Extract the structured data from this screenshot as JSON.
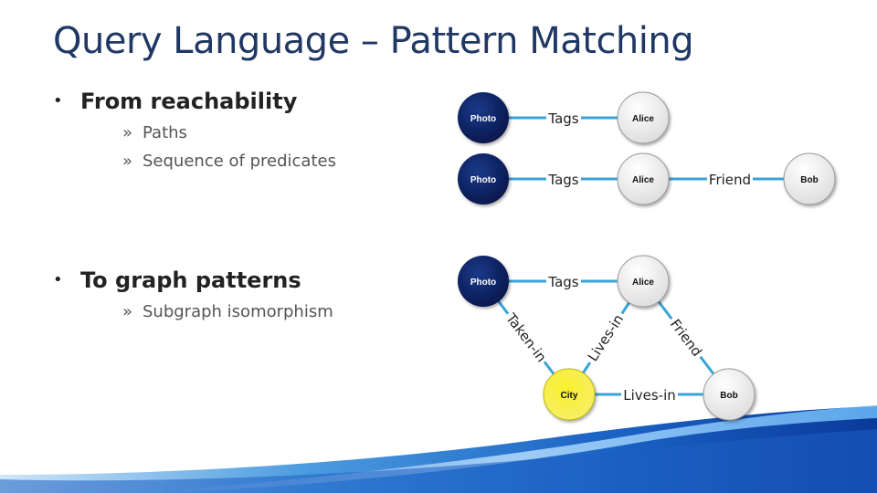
{
  "title": "Query Language – Pattern Matching",
  "sections": [
    {
      "heading": "From reachability",
      "items": [
        "Paths",
        "Sequence of predicates"
      ]
    },
    {
      "heading": "To graph patterns",
      "items": [
        "Subgraph isomorphism"
      ]
    }
  ],
  "bullet_symbol": "•",
  "sub_bullet_symbol": "»",
  "colors": {
    "title": "#1f3864",
    "edge": "#3aa3d8",
    "photo_node": "#0b1f5c",
    "city_node": "#f7f21a",
    "person_node": "#eeeeee"
  },
  "graph1": {
    "nodes": {
      "photo": "Photo",
      "alice": "Alice"
    },
    "edges": {
      "tags": "Tags"
    }
  },
  "graph2": {
    "nodes": {
      "photo": "Photo",
      "alice": "Alice",
      "bob": "Bob"
    },
    "edges": {
      "tags": "Tags",
      "friend": "Friend"
    }
  },
  "graph3": {
    "nodes": {
      "photo": "Photo",
      "alice": "Alice",
      "city": "City",
      "bob": "Bob"
    },
    "edges": {
      "tags": "Tags",
      "taken_in": "Taken-in",
      "lives_in_alice": "Lives-in",
      "friend": "Friend",
      "lives_in_bob": "Lives-in"
    }
  }
}
